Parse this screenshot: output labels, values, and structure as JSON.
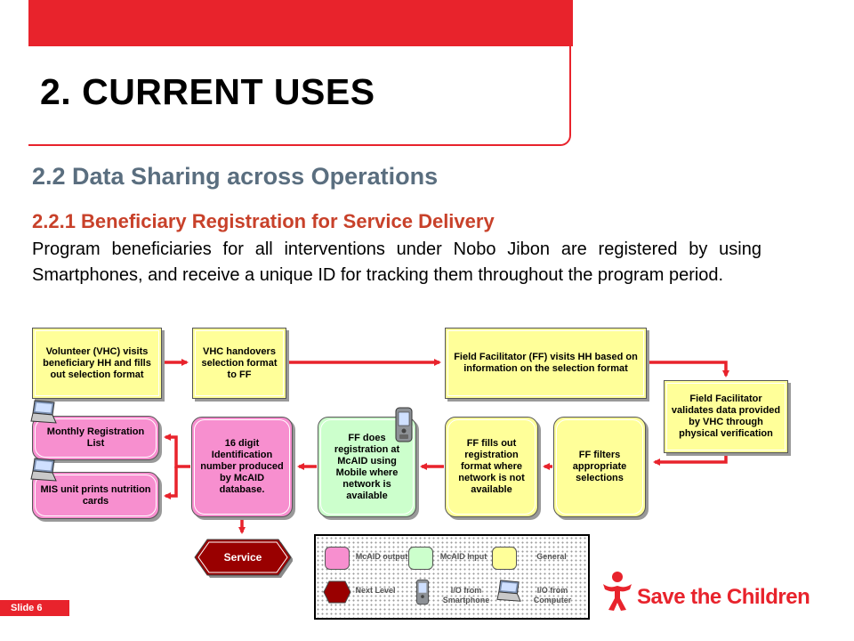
{
  "slide": {
    "title": "2. CURRENT USES",
    "subtitle": "2.2 Data Sharing across Operations",
    "section_heading": "2.2.1 Beneficiary Registration for Service Delivery",
    "body": "Program beneficiaries for all interventions under Nobo Jibon are registered by using Smartphones, and receive a unique ID for tracking them throughout the program period.",
    "slide_number": "Slide 6"
  },
  "flow": {
    "volunteer": "Volunteer (VHC) visits beneficiary HH and fills out selection format",
    "vhc_handover": "VHC handovers selection format to FF",
    "ff_visits": "Field Facilitator (FF) visits HH based on information on the selection format",
    "ff_validates": "Field Facilitator validates data provided by VHC through physical verification",
    "ff_filters": "FF filters appropriate selections",
    "ff_fills": "FF fills out registration format where network is not available",
    "ff_mobile": "FF does registration at McAID using Mobile where network is available",
    "id_number": "16 digit Identification number produced by McAID database.",
    "monthly_list": "Monthly Registration List",
    "mis_prints": "MIS unit prints nutrition cards",
    "service": "Service"
  },
  "legend": {
    "mcaid_output": "McAID output",
    "mcaid_input": "McAID Input",
    "general": "General",
    "next_level": "Next Level",
    "io_smartphone": "I/O from Smartphone",
    "io_computer": "I/O from Computer"
  },
  "logo": {
    "text": "Save the Children"
  },
  "colors": {
    "brand_red": "#e8232c",
    "mcaid_output": "#f78fcf",
    "mcaid_input": "#ccffcc",
    "general": "#ffff99",
    "next_level": "#990000",
    "subtitle": "#5a6e7f",
    "heading": "#c8412a"
  },
  "icons": [
    "laptop-icon",
    "smartphone-icon",
    "save-the-children-logo-icon"
  ]
}
